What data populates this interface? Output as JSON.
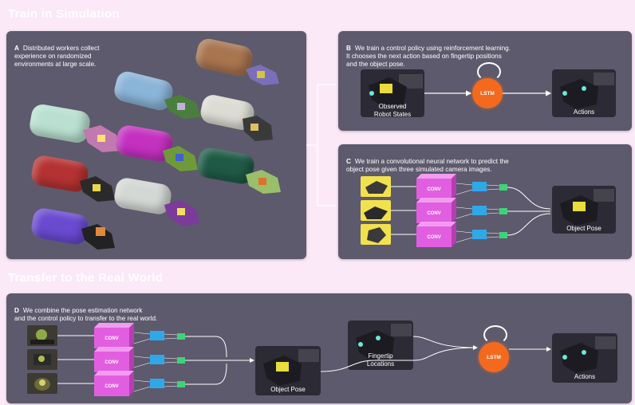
{
  "sections": {
    "sim_title": "Train in Simulation",
    "real_title": "Transfer to the Real World"
  },
  "panel_a": {
    "letter": "A",
    "caption": "Distributed workers collect\nexperience on randomized\nenvironments at large scale."
  },
  "panel_b": {
    "letter": "B",
    "caption": "We train a control policy using reinforcement learning.\nIt chooses the next action based on fingertip positions\nand the object pose.",
    "input_label": "Observed\nRobot States",
    "lstm_label": "LSTM",
    "output_label": "Actions"
  },
  "panel_c": {
    "letter": "C",
    "caption": "We train a convolutional neural network to predict the\nobject pose given three simulated camera images.",
    "conv_labels": [
      "CONV",
      "CONV",
      "CONV"
    ],
    "output_label": "Object Pose"
  },
  "panel_d": {
    "letter": "D",
    "caption": "We combine the pose estimation network\nand the control policy to transfer to the real world.",
    "conv_labels": [
      "CONV",
      "CONV",
      "CONV"
    ],
    "pose_label": "Object Pose",
    "fingertip_label": "Fingertip\nLocations",
    "lstm_label": "LSTM",
    "output_label": "Actions"
  },
  "colors": {
    "background": "#fbe9f7",
    "panel": "#5d5a6d",
    "lstm": "#f36a1e",
    "conv": "#e25ee0",
    "dense": "#2fa8e8",
    "dense_small": "#3fd27a",
    "camera_sim": "#f2e14e"
  }
}
